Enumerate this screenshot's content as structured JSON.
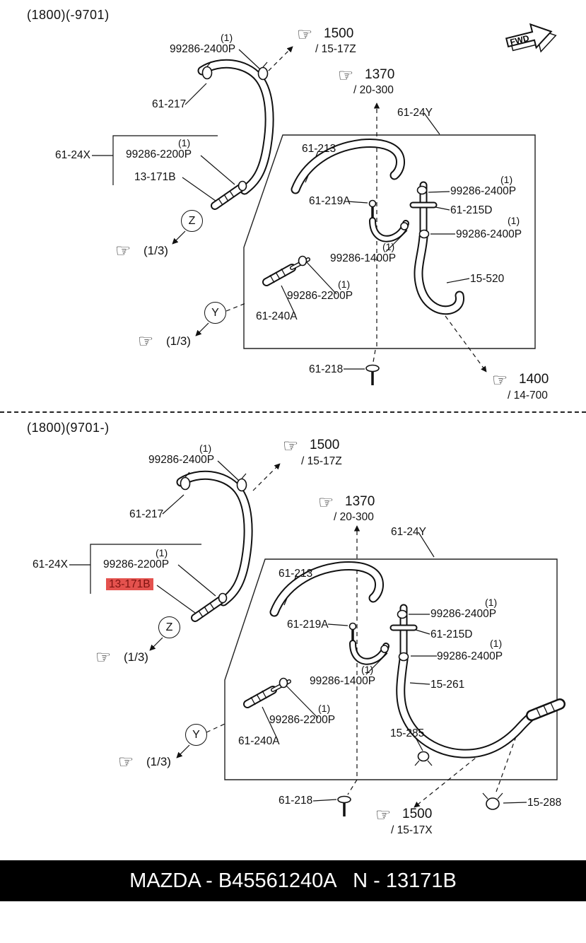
{
  "icons": {
    "hand": "☞"
  },
  "colors": {
    "highlight_bg": "#e4524e",
    "highlight_text": "#7e1310",
    "footer_bg": "#000000",
    "footer_text": "#ffffff",
    "ink": "#111111"
  },
  "fwd": {
    "label": "FWD"
  },
  "footer": {
    "text": "MAZDA - B45561240A   N - 13171B"
  },
  "top": {
    "title": "(1800)(-9701)",
    "labels": {
      "qty_2400p_top": "(1)",
      "p2400p_top": "99286-2400P",
      "ref1500": "1500",
      "ref1500_sub": "/ 15-17Z",
      "ref1370": "1370",
      "ref1370_sub": "/ 20-300",
      "p61_217": "61-217",
      "p61_24y": "61-24Y",
      "p61_24x": "61-24X",
      "qty_2200p_left": "(1)",
      "p2200p_left": "99286-2200P",
      "p13_171b": "13-171B",
      "p61_213": "61-213",
      "p61_219a": "61-219A",
      "qty_2400p_r1": "(1)",
      "p2400p_r1": "99286-2400P",
      "p61_215d": "61-215D",
      "qty_2400p_r2": "(1)",
      "p2400p_r2": "99286-2400P",
      "qty_1400p": "(1)",
      "p1400p": "99286-1400P",
      "p15_520": "15-520",
      "qty_2200p_bot": "(1)",
      "p2200p_bot": "99286-2200P",
      "p61_240a": "61-240A",
      "p61_218": "61-218",
      "ref1400": "1400",
      "ref1400_sub": "/ 14-700",
      "view_z": "Z",
      "view_y": "Y",
      "ref13_a": "(1/3)",
      "ref13_b": "(1/3)"
    }
  },
  "bottom": {
    "title": "(1800)(9701-)",
    "labels": {
      "qty_2400p_top": "(1)",
      "p2400p_top": "99286-2400P",
      "ref1500": "1500",
      "ref1500_sub": "/ 15-17Z",
      "ref1370": "1370",
      "ref1370_sub": "/ 20-300",
      "p61_217": "61-217",
      "p61_24y": "61-24Y",
      "p61_24x": "61-24X",
      "qty_2200p_left": "(1)",
      "p2200p_left": "99286-2200P",
      "p13_171b": "13-171B",
      "p61_213": "61-213",
      "p61_219a": "61-219A",
      "qty_2400p_r1": "(1)",
      "p2400p_r1": "99286-2400P",
      "p61_215d": "61-215D",
      "qty_2400p_r2": "(1)",
      "p2400p_r2": "99286-2400P",
      "qty_1400p": "(1)",
      "p1400p": "99286-1400P",
      "p15_261": "15-261",
      "qty_2200p_bot": "(1)",
      "p2200p_bot": "99286-2200P",
      "p61_240a": "61-240A",
      "p15_285": "15-285",
      "p61_218": "61-218",
      "ref1500b": "1500",
      "ref1500b_sub": "/ 15-17X",
      "p15_288": "15-288",
      "view_z": "Z",
      "view_y": "Y",
      "ref13_a": "(1/3)",
      "ref13_b": "(1/3)"
    }
  }
}
